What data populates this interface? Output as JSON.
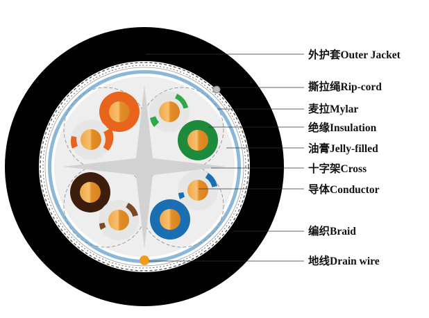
{
  "labels": {
    "outer_jacket": "外护套Outer Jacket",
    "rip_cord": "撕拉绳Rip-cord",
    "mylar": "麦拉Mylar",
    "insulation": "绝缘Insulation",
    "jelly_filled": "油膏Jelly-filled",
    "cross": "十字架Cross",
    "conductor": "导体Conductor",
    "braid": "编织Braid",
    "drain_wire": "地线Drain wire"
  },
  "colors": {
    "jacket": "#000000",
    "mylar": "#8bb8d8",
    "filler": "#eeeeee",
    "cross": "#d2d2d2",
    "conductor": "#e9962c",
    "drain_wire": "#f39a1b",
    "pair_orange": "#e8641c",
    "pair_green": "#1e8a3c",
    "pair_blue": "#1a6fb3",
    "pair_brown": "#3d1d0c"
  }
}
